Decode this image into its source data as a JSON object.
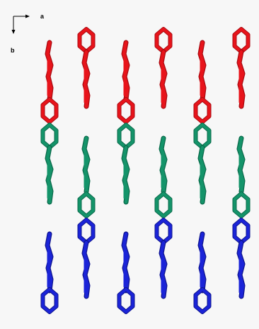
{
  "axes": {
    "a_label": "a",
    "b_label": "b"
  },
  "layers": [
    {
      "name": "red-layer",
      "color": "#e8141b",
      "shade": "#a80a10"
    },
    {
      "name": "green-layer",
      "color": "#14946a",
      "shade": "#0a6a4a"
    },
    {
      "name": "blue-layer",
      "color": "#1b24d8",
      "shade": "#0e148e"
    }
  ]
}
